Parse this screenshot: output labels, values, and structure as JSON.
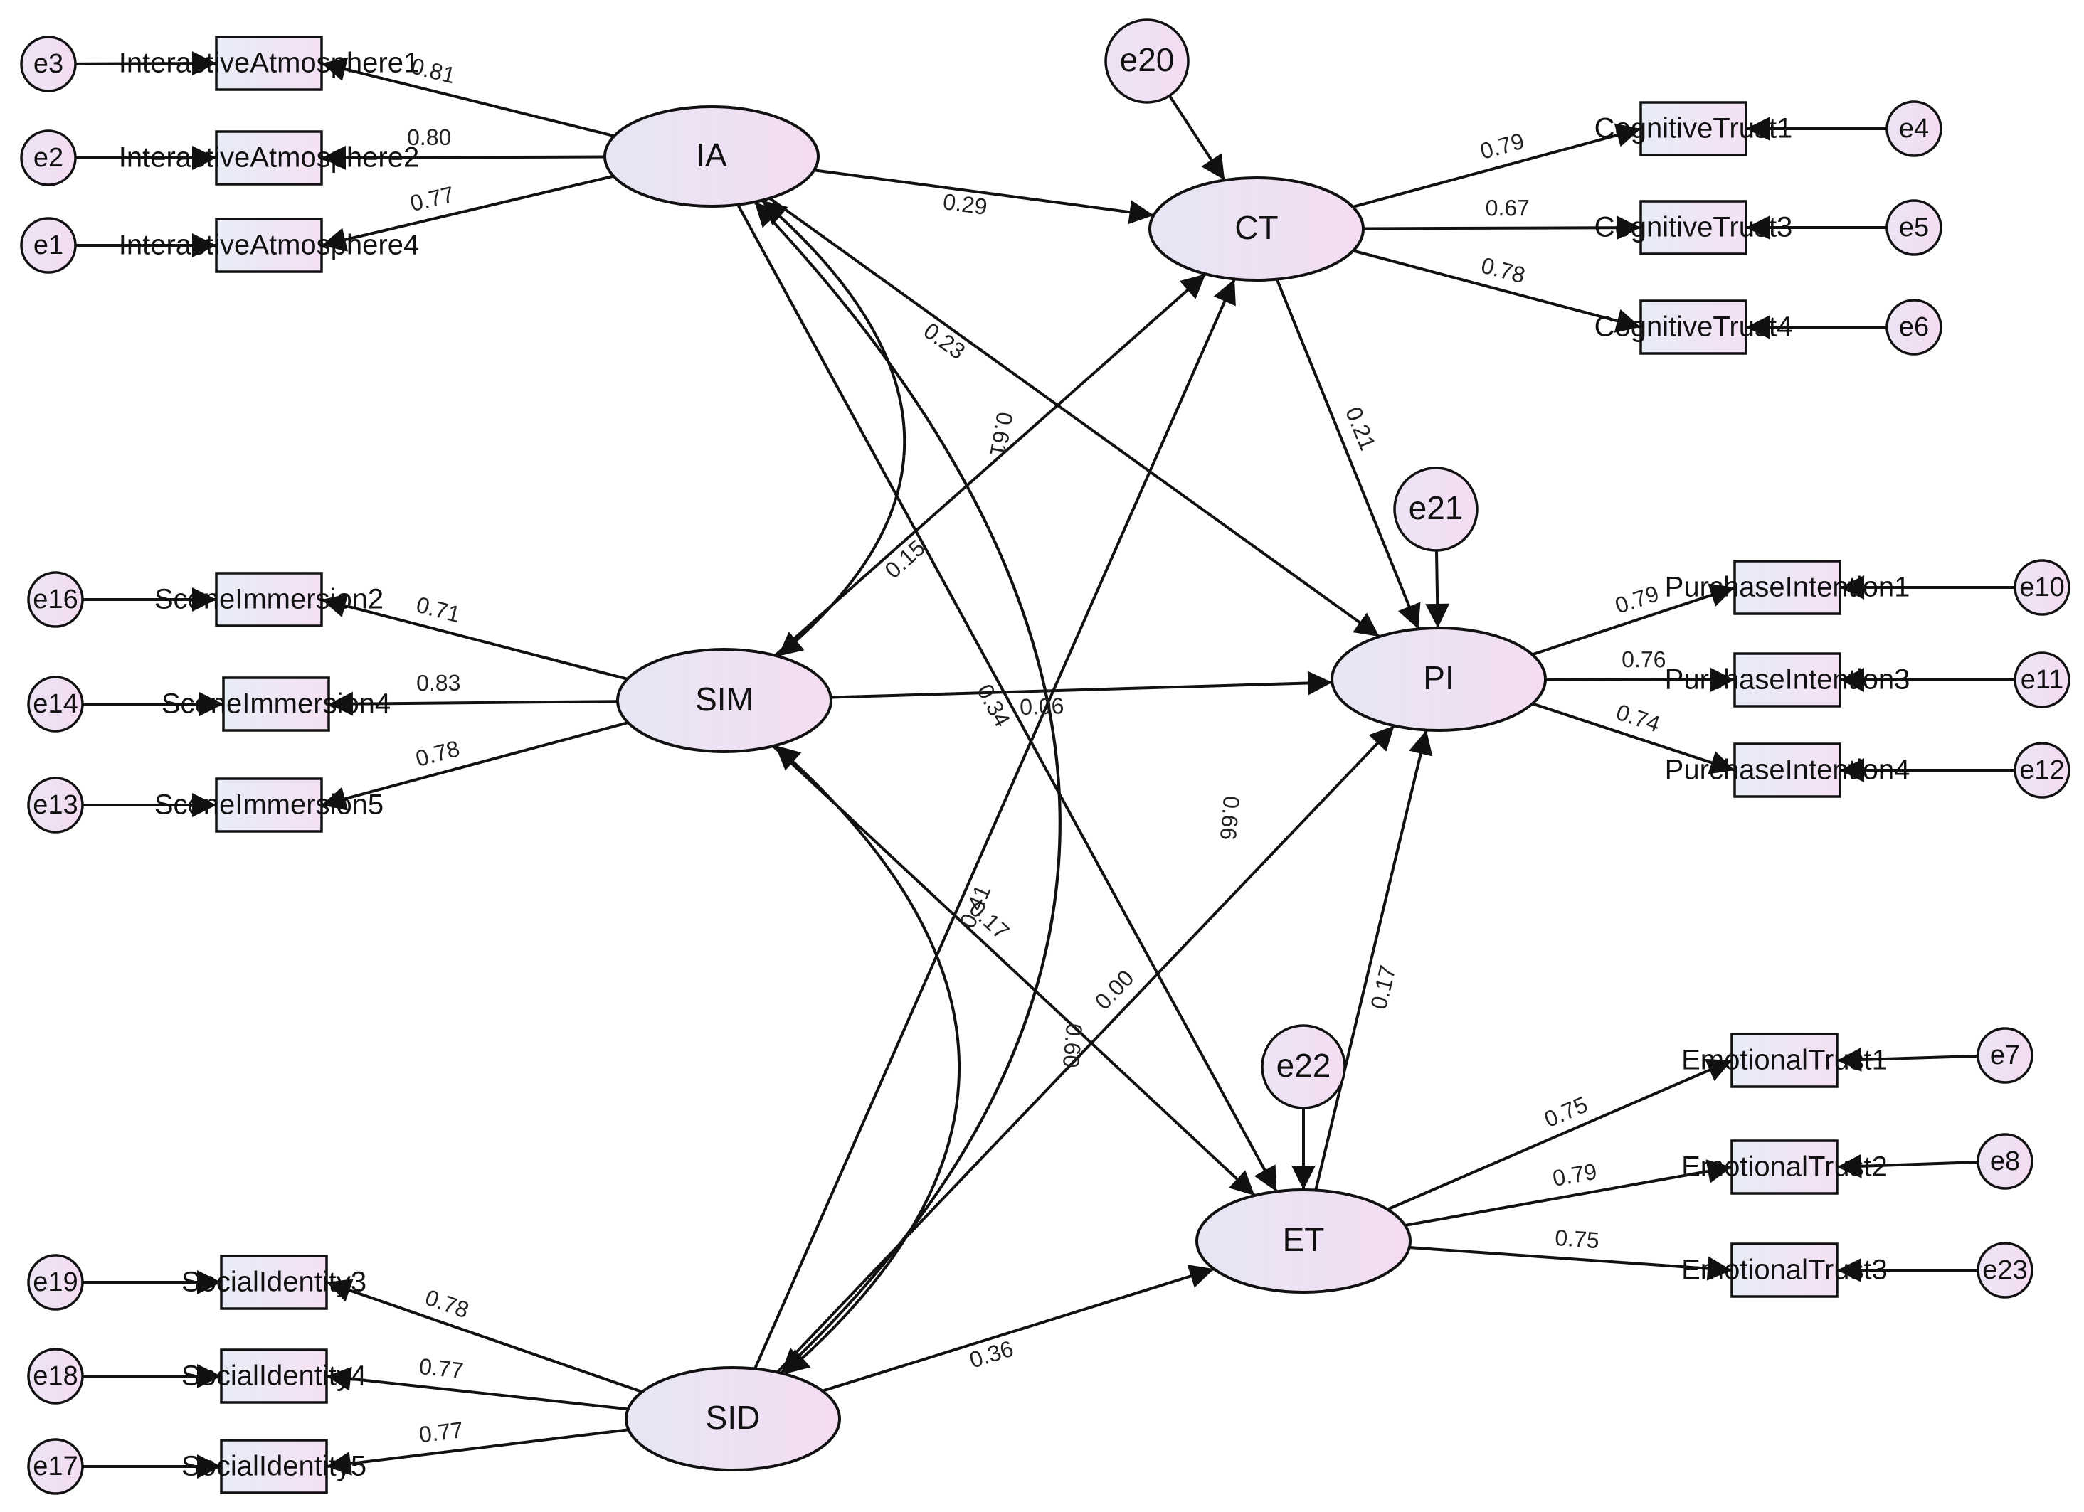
{
  "latents": [
    {
      "id": "IA",
      "label": "IA"
    },
    {
      "id": "SIM",
      "label": "SIM"
    },
    {
      "id": "SID",
      "label": "SID"
    },
    {
      "id": "CT",
      "label": "CT"
    },
    {
      "id": "PI",
      "label": "PI"
    },
    {
      "id": "ET",
      "label": "ET"
    }
  ],
  "indicators": [
    {
      "id": "ia1",
      "label": "InteractiveAtmosphere1",
      "error": "e3",
      "latent": "IA",
      "loading": "0.81"
    },
    {
      "id": "ia2",
      "label": "InteractiveAtmosphere2",
      "error": "e2",
      "latent": "IA",
      "loading": "0.80"
    },
    {
      "id": "ia4",
      "label": "InteractiveAtmosphere4",
      "error": "e1",
      "latent": "IA",
      "loading": "0.77"
    },
    {
      "id": "si2",
      "label": "SceneImmersion2",
      "error": "e16",
      "latent": "SIM",
      "loading": "0.71"
    },
    {
      "id": "si4",
      "label": "SceneImmersion4",
      "error": "e14",
      "latent": "SIM",
      "loading": "0.83"
    },
    {
      "id": "si5",
      "label": "SceneImmersion5",
      "error": "e13",
      "latent": "SIM",
      "loading": "0.78"
    },
    {
      "id": "sd3",
      "label": "SocialIdentity3",
      "error": "e19",
      "latent": "SID",
      "loading": "0.78"
    },
    {
      "id": "sd4",
      "label": "SocialIdentity4",
      "error": "e18",
      "latent": "SID",
      "loading": "0.77"
    },
    {
      "id": "sd5",
      "label": "SocialIdentity5",
      "error": "e17",
      "latent": "SID",
      "loading": "0.77"
    },
    {
      "id": "ct1",
      "label": "CognitiveTrust1",
      "error": "e4",
      "latent": "CT",
      "loading": "0.79"
    },
    {
      "id": "ct3",
      "label": "CognitiveTrust3",
      "error": "e5",
      "latent": "CT",
      "loading": "0.67"
    },
    {
      "id": "ct4",
      "label": "CognitiveTrust4",
      "error": "e6",
      "latent": "CT",
      "loading": "0.78"
    },
    {
      "id": "pi1",
      "label": "PurchaseIntention1",
      "error": "e10",
      "latent": "PI",
      "loading": "0.79"
    },
    {
      "id": "pi3",
      "label": "PurchaseIntention3",
      "error": "e11",
      "latent": "PI",
      "loading": "0.76"
    },
    {
      "id": "pi4",
      "label": "PurchaseIntention4",
      "error": "e12",
      "latent": "PI",
      "loading": "0.74"
    },
    {
      "id": "et1",
      "label": "EmotionalTrust1",
      "error": "e7",
      "latent": "ET",
      "loading": "0.75"
    },
    {
      "id": "et2",
      "label": "EmotionalTrust2",
      "error": "e8",
      "latent": "ET",
      "loading": "0.79"
    },
    {
      "id": "et3",
      "label": "EmotionalTrust3",
      "error": "e23",
      "latent": "ET",
      "loading": "0.75"
    }
  ],
  "disturbances": [
    {
      "id": "e20",
      "label": "e20",
      "target": "CT"
    },
    {
      "id": "e21",
      "label": "e21",
      "target": "PI"
    },
    {
      "id": "e22",
      "label": "e22",
      "target": "ET"
    }
  ],
  "paths": [
    {
      "from": "IA",
      "to": "CT",
      "coef": "0.29"
    },
    {
      "from": "IA",
      "to": "PI",
      "coef": "0.23"
    },
    {
      "from": "IA",
      "to": "ET",
      "coef": "0.34"
    },
    {
      "from": "SIM",
      "to": "CT",
      "coef": "0.15"
    },
    {
      "from": "SIM",
      "to": "PI",
      "coef": "0.06"
    },
    {
      "from": "SIM",
      "to": "ET",
      "coef": "0.17"
    },
    {
      "from": "SID",
      "to": "CT",
      "coef": "0.41"
    },
    {
      "from": "SID",
      "to": "PI",
      "coef": "0.00"
    },
    {
      "from": "SID",
      "to": "ET",
      "coef": "0.36"
    },
    {
      "from": "CT",
      "to": "PI",
      "coef": "0.21"
    },
    {
      "from": "ET",
      "to": "PI",
      "coef": "0.17"
    }
  ],
  "covariances": [
    {
      "a": "IA",
      "b": "SIM",
      "coef": "0.61"
    },
    {
      "a": "IA",
      "b": "SID",
      "coef": "0.66"
    },
    {
      "a": "SIM",
      "b": "SID",
      "coef": "0.60"
    }
  ]
}
